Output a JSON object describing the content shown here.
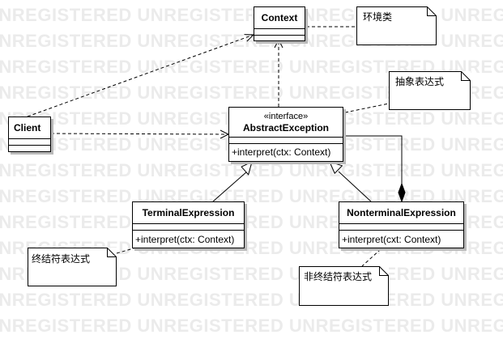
{
  "watermark": {
    "text": "UNREGISTERED UNREGISTERED UNREGISTERED UNREGISTERED UNREGISTERED"
  },
  "classes": {
    "context": {
      "name": "Context"
    },
    "client": {
      "name": "Client"
    },
    "abstract_exception": {
      "stereotype": "«interface»",
      "name": "AbstractException",
      "operation": "+interpret(ctx: Context)"
    },
    "terminal_expression": {
      "name": "TerminalExpression",
      "operation": "+interpret(ctx: Context)"
    },
    "nonterminal_expression": {
      "name": "NonterminalExpression",
      "operation": "+interpret(cxt: Context)"
    }
  },
  "notes": {
    "context_note": "环境类",
    "abstract_note": "抽象表达式",
    "terminal_note": "终结符表达式",
    "nonterminal_note": "非终结符表达式"
  },
  "colors": {
    "line": "#000000",
    "shadow": "#b9b9b9",
    "watermark": "#ebebeb"
  }
}
